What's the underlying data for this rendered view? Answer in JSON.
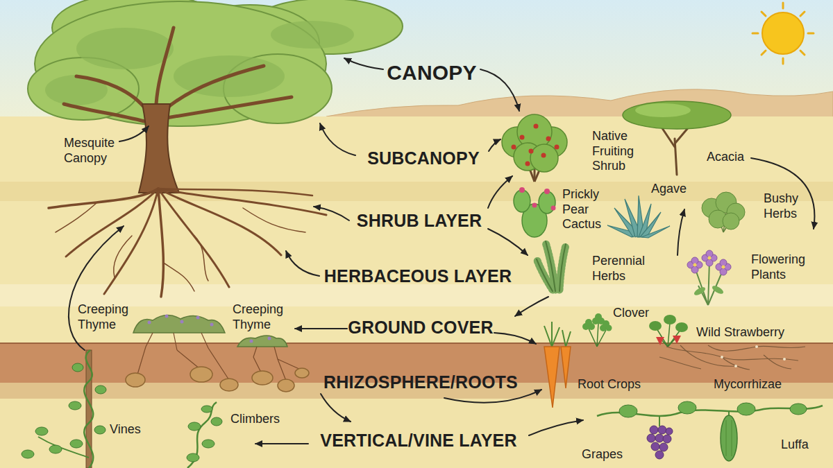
{
  "diagram": {
    "labels": [
      "CANOPY",
      "Mesquite Canopy",
      "SUBCANOPY",
      "Native Fruiting Shrub",
      "Acacia",
      "Prickly Pear Cactus",
      "Agave",
      "SHRUB LAYER",
      "Bushy Herbs",
      "Perennial Herbs",
      "HERBACEOUS LAYER",
      "Flowering Plants",
      "Creeping Thyme",
      "Creeping Thyme",
      "GROUND COVER",
      "Clover",
      "Wild Strawberry",
      "RHIZOSPHERE/ROOTS",
      "Root Crops",
      "Mycorrhizae",
      "Vines",
      "Climbers",
      "VERTICAL/VINE LAYER",
      "Grapes",
      "Luffa"
    ]
  }
}
